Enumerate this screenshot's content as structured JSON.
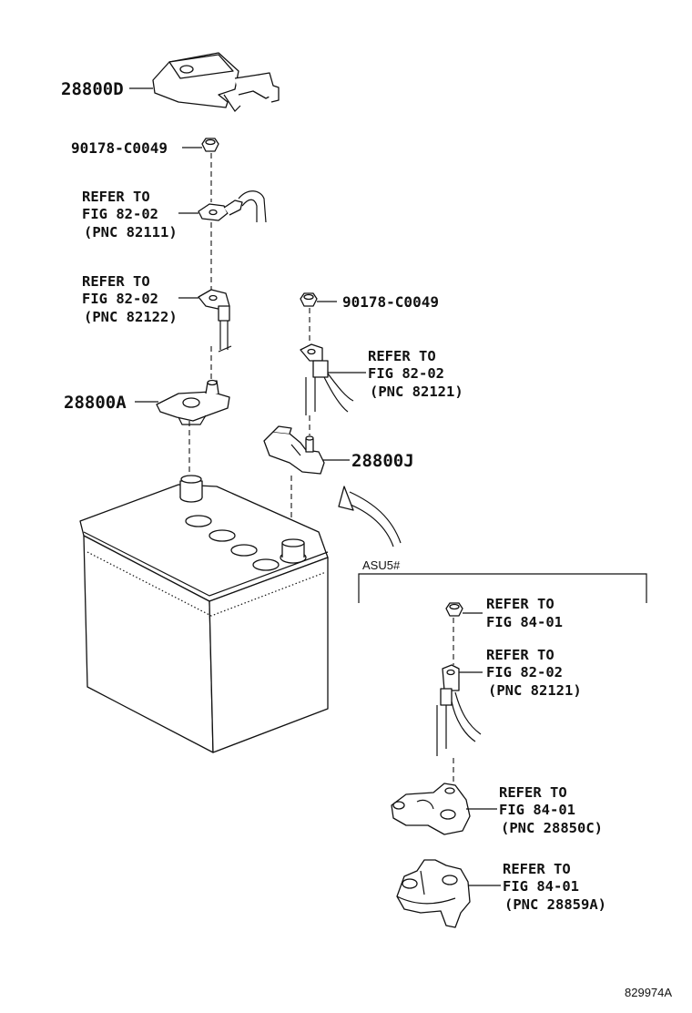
{
  "labels": {
    "cover": "28800D",
    "nut_top": "90178-C0049",
    "ref1": [
      "REFER TO",
      "FIG 82-02",
      "(PNC 82111)"
    ],
    "ref2": [
      "REFER TO",
      "FIG 82-02",
      "(PNC 82122)"
    ],
    "clamp_a": "28800A",
    "nut_right": "90178-C0049",
    "ref3": [
      "REFER TO",
      "FIG 82-02",
      "(PNC 82121)"
    ],
    "clamp_j": "28800J",
    "variant": "ASU5#",
    "ref4": [
      "REFER TO",
      "FIG 84-01"
    ],
    "ref5": [
      "REFER TO",
      "FIG 82-02",
      "(PNC 82121)"
    ],
    "ref6": [
      "REFER TO",
      "FIG 84-01",
      "(PNC 28850C)"
    ],
    "ref7": [
      "REFER TO",
      "FIG 84-01",
      "(PNC 28859A)"
    ],
    "figure_id": "829974A"
  },
  "icons": [
    "battery-cover",
    "hex-nut",
    "cable-terminal",
    "battery",
    "battery-clamp",
    "arrow"
  ]
}
